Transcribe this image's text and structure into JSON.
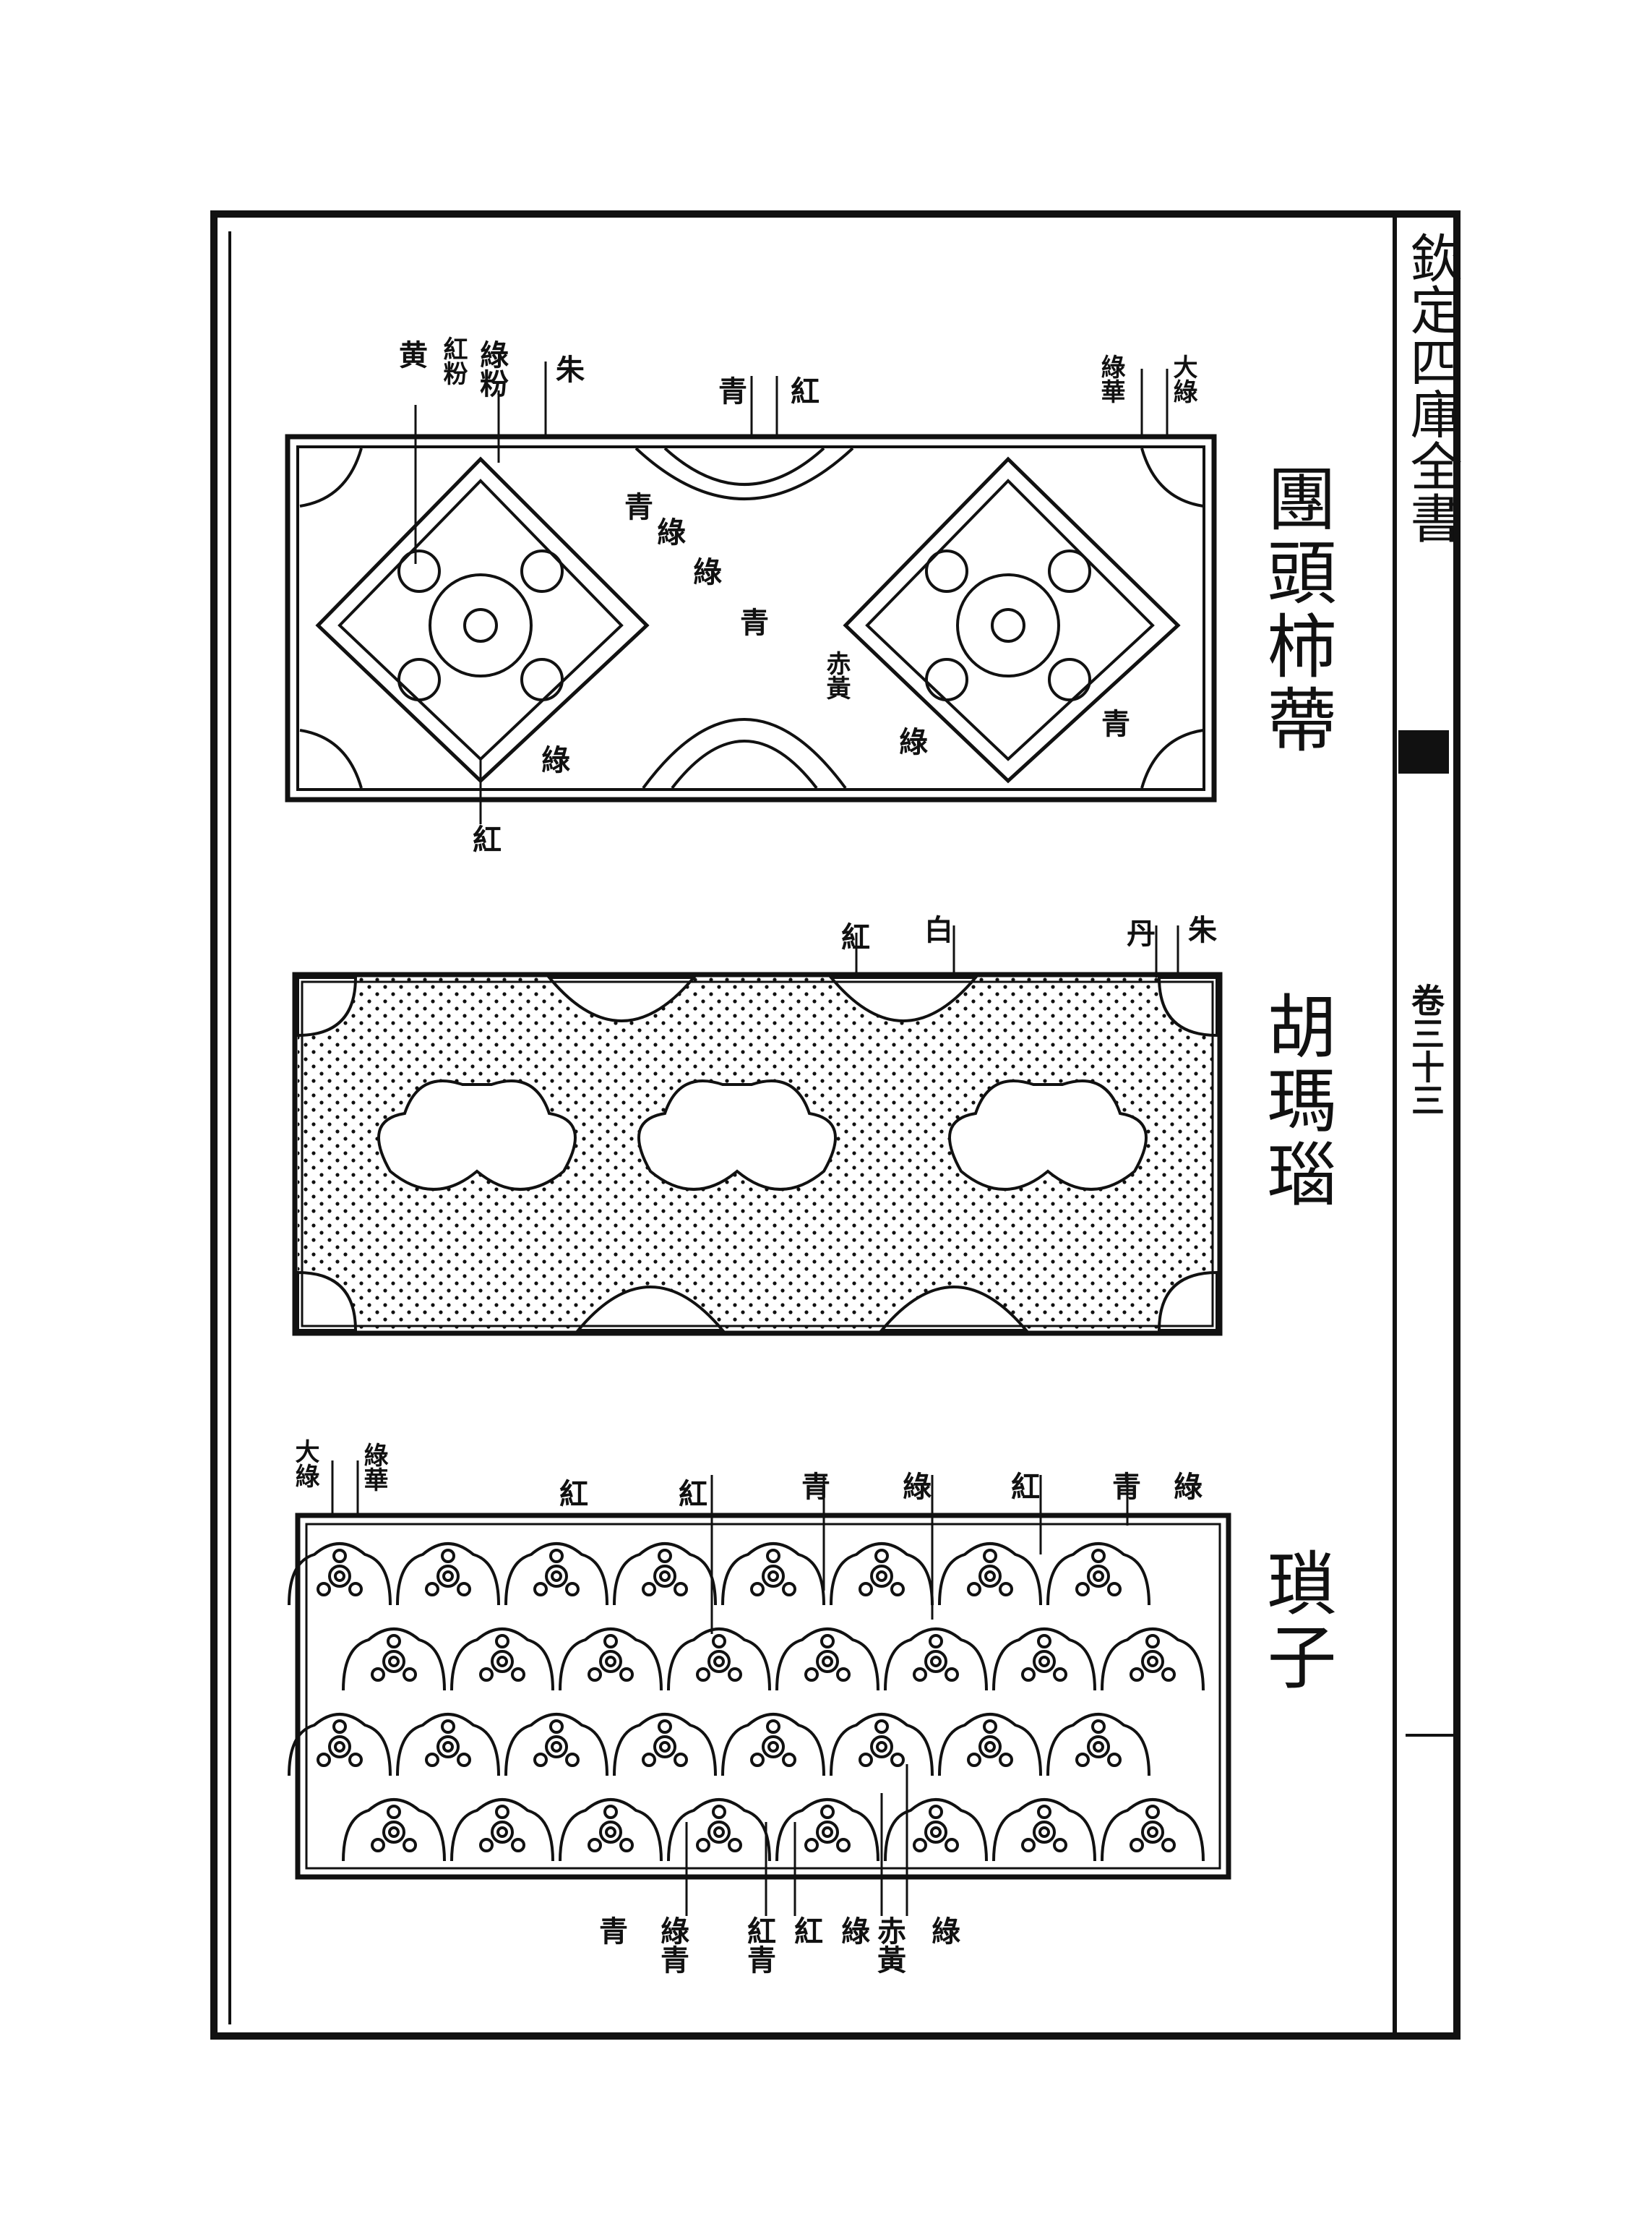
{
  "margin": {
    "book_title": "欽定四庫全書",
    "volume": "卷三十三"
  },
  "panels": [
    {
      "title": "團頭柿蔕",
      "labels": [
        "黄",
        "紅粉",
        "綠粉",
        "朱",
        "青",
        "紅",
        "綠華",
        "大綠",
        "青",
        "綠",
        "綠",
        "青",
        "赤黃",
        "綠",
        "青",
        "綠",
        "紅"
      ]
    },
    {
      "title": "胡瑪瑙",
      "labels": [
        "紅",
        "白",
        "丹",
        "朱"
      ]
    },
    {
      "title": "瑣子",
      "labels": [
        "大綠",
        "綠華",
        "紅",
        "紅",
        "青",
        "綠",
        "紅",
        "青",
        "綠",
        "青",
        "綠青",
        "紅青",
        "紅",
        "綠",
        "赤黃",
        "綠"
      ]
    }
  ]
}
